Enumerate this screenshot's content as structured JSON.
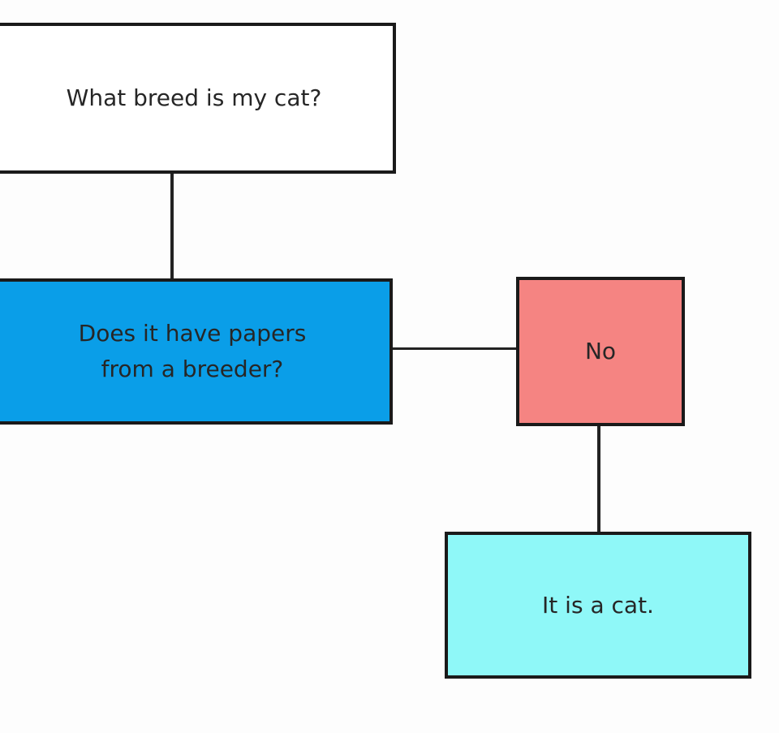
{
  "diagram": {
    "nodes": {
      "question": {
        "text": "What breed is my cat?",
        "fill": "#ffffff"
      },
      "papers": {
        "text": "Does it have papers\nfrom a breeder?",
        "fill": "#0a9ee8"
      },
      "no": {
        "text": "No",
        "fill": "#f58482"
      },
      "result": {
        "text": "It is a cat.",
        "fill": "#8ff8f8"
      }
    },
    "edges": [
      {
        "from": "question",
        "to": "papers"
      },
      {
        "from": "papers",
        "to": "no"
      },
      {
        "from": "no",
        "to": "result"
      }
    ],
    "colors": {
      "border": "#1a1a1a",
      "connector": "#222222"
    }
  }
}
